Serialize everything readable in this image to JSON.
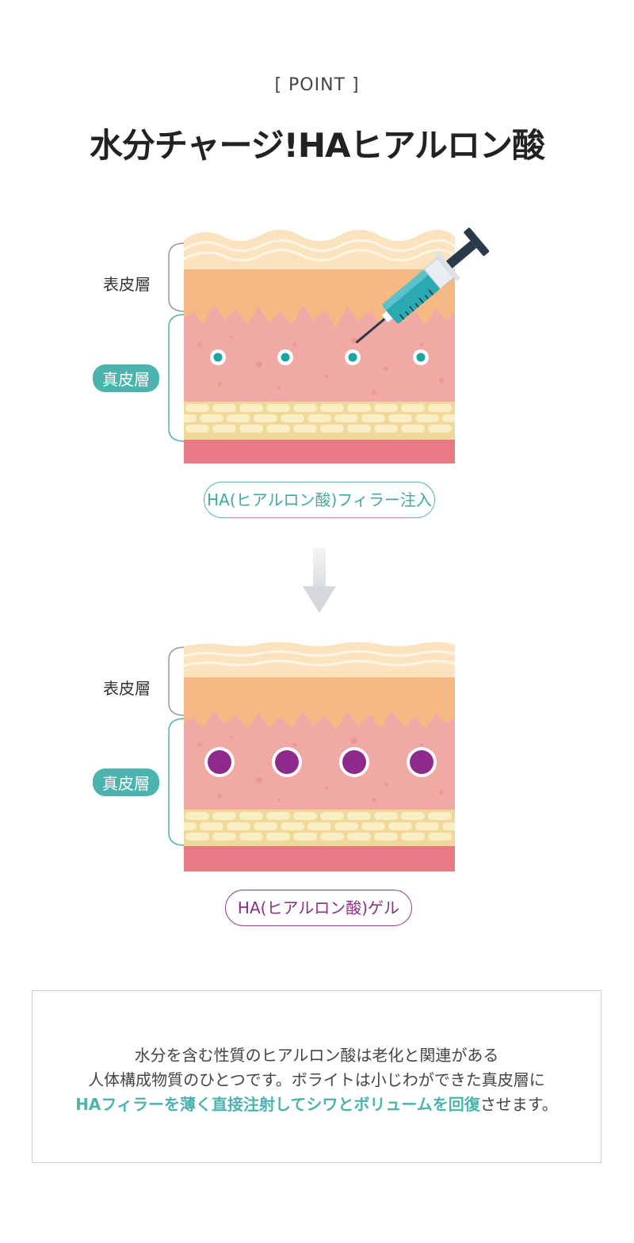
{
  "header": {
    "point_label": "[ POINT ]",
    "title": "水分チャージ!HAヒアルロン酸"
  },
  "diagram_before": {
    "epidermis_label": "表皮層",
    "dermis_label": "真皮層",
    "caption": "HA(ヒアルロン酸)フィラー注入",
    "dot_color": "#1aa6a6"
  },
  "arrow": {
    "icon": "arrow-down-icon"
  },
  "diagram_after": {
    "epidermis_label": "表皮層",
    "dermis_label": "真皮層",
    "caption": "HA(ヒアルロン酸)ゲル",
    "dot_color": "#8e2a8c"
  },
  "description": {
    "line1": "水分を含む性質のヒアルロン酸は老化と関連がある",
    "line2": "人体構成物質のひとつです。ボライトは小じわができた真皮層に",
    "line3_highlight": "HAフィラーを薄く直接注射してシワとボリュームを回復",
    "line3_rest": "させます。"
  },
  "colors": {
    "accent_teal": "#4cb3ae",
    "accent_purple": "#8a2e82",
    "skin_top": "#fbe3bf",
    "skin_orange": "#f6b983",
    "dermis": "#f0a9a4",
    "fat": "#f5e3a6",
    "muscle": "#e97a85"
  }
}
